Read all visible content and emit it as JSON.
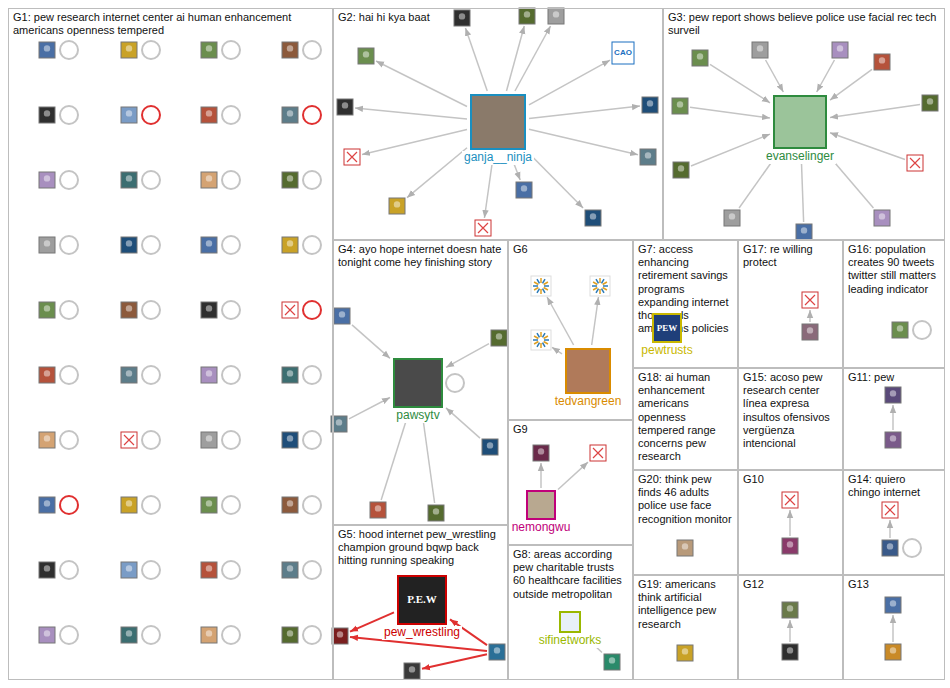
{
  "diagram": {
    "nodes": [
      {
        "text": [
          "G1: pew research internet center ai human enhancement americans openness tempered"
        ]
      },
      {
        "text": [
          "G2: hai hi kya baat"
        ]
      },
      {
        "text": [
          "ganja__ninja"
        ],
        "in": 1
      },
      {
        "text": [
          "G3: pew report shows believe police use facial rec tech surveil"
        ]
      },
      {
        "text": [
          "evanselinger"
        ],
        "in": 3
      },
      {
        "text": [
          "G4: ayo hope internet doesn hate tonight come hey finishing story"
        ]
      },
      {
        "text": [
          "pawsytv"
        ],
        "in": 5
      },
      {
        "text": [
          "G6"
        ]
      },
      {
        "text": [
          "tedvangreen"
        ],
        "in": 7
      },
      {
        "text": [
          "G7: access enhancing retirement savings programs expanding internet thousands americans policies"
        ]
      },
      {
        "text": [
          "pewtrusts"
        ],
        "in": 9
      },
      {
        "text": [
          "G17: re willing protect"
        ]
      },
      {
        "text": [
          "G16: population creates 90 tweets twitter still matters leading indicator"
        ]
      },
      {
        "text": [
          "G18: ai human enhancement americans openness tempered range concerns pew research"
        ]
      },
      {
        "text": [
          "G15: acoso pew research center línea expresa insultos ofensivos vergüenza intencional"
        ]
      },
      {
        "text": [
          "G11: pew"
        ]
      },
      {
        "text": [
          "G9"
        ]
      },
      {
        "text": [
          "nemongwu"
        ],
        "in": 16
      },
      {
        "text": [
          "G20: think pew finds 46 adults police use face recognition monitor"
        ]
      },
      {
        "text": [
          "G10"
        ]
      },
      {
        "text": [
          "G14: quiero chingo internet"
        ]
      },
      {
        "text": [
          "G5: hood internet pew_wrestling champion ground bqwp back hitting running speaking"
        ]
      },
      {
        "text": [
          "pew_wrestling"
        ],
        "in": 21
      },
      {
        "text": [
          "G8: areas according pew charitable trusts 60 healthcare facilities outside metropolitan"
        ]
      },
      {
        "text": [
          "sifinetworks"
        ],
        "in": 23
      },
      {
        "text": [
          "G19: americans think artificial intelligence pew research"
        ]
      },
      {
        "text": [
          "G12"
        ]
      },
      {
        "text": [
          "G13"
        ]
      }
    ],
    "labels": [
      "CAO",
      "PEW",
      "P.E.W"
    ]
  }
}
